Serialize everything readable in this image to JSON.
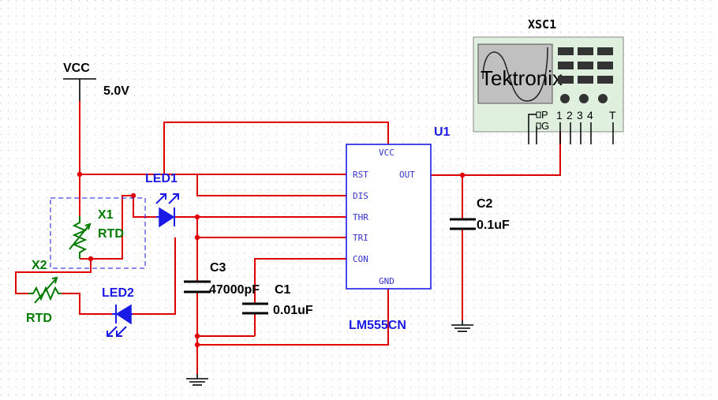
{
  "supply": {
    "name": "VCC",
    "value": "5.0V"
  },
  "u1": {
    "ref": "U1",
    "part": "LM555CN",
    "pins": {
      "vcc": "VCC",
      "rst": "RST",
      "out": "OUT",
      "dis": "DIS",
      "thr": "THR",
      "tri": "TRI",
      "con": "CON",
      "gnd": "GND"
    }
  },
  "led1": {
    "ref": "LED1"
  },
  "led2": {
    "ref": "LED2"
  },
  "x1": {
    "ref": "X1",
    "type": "RTD"
  },
  "x2": {
    "ref": "X2",
    "type": "RTD"
  },
  "c1": {
    "ref": "C1",
    "value": "0.01uF"
  },
  "c2": {
    "ref": "C2",
    "value": "0.1uF"
  },
  "c3": {
    "ref": "C3",
    "value": "47000pF"
  },
  "scope": {
    "ref": "XSC1",
    "brand": "Tektronix",
    "terminals": [
      "P",
      "G",
      "1",
      "2",
      "3",
      "4",
      "T"
    ]
  },
  "colors": {
    "wire": "#e00000",
    "component": "#1a1ae6",
    "rtd": "#007a00",
    "scope_body": "#dff0df"
  }
}
